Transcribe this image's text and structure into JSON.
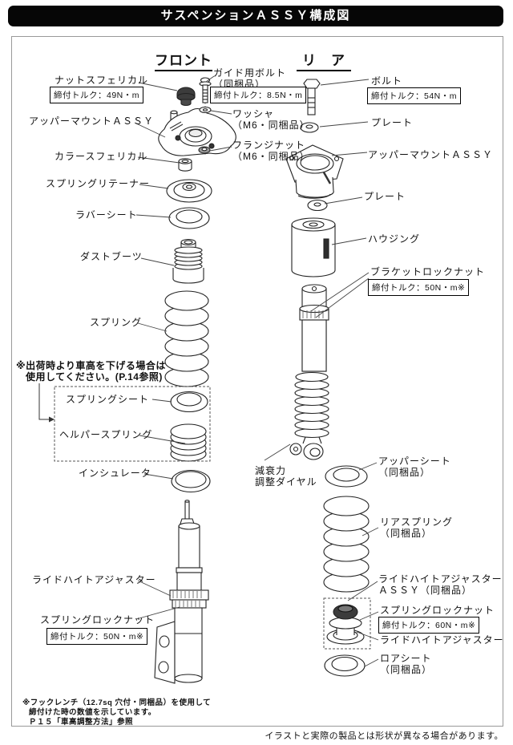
{
  "title": "サスペンションＡＳＳＹ構成図",
  "front": {
    "header": "フロント",
    "nut_spherical": {
      "label": "ナットスフェリカル",
      "torque": "締付トルク：49N・m"
    },
    "guide_bolt": {
      "label": "ガイド用ボルト",
      "sub": "（同梱品）",
      "torque": "締付トルク：8.5N・m"
    },
    "upper_mount": {
      "label": "アッパーマウントＡＳＳＹ"
    },
    "washer": {
      "label": "ワッシャ",
      "sub": "（M6・同梱品）"
    },
    "flange_nut": {
      "label": "フランジナット",
      "sub": "（M6・同梱品）"
    },
    "collar_spherical": {
      "label": "カラースフェリカル"
    },
    "spring_retainer": {
      "label": "スプリングリテーナー"
    },
    "rubber_seat": {
      "label": "ラバーシート"
    },
    "dust_boots": {
      "label": "ダストブーツ"
    },
    "spring": {
      "label": "スプリング"
    },
    "lowering_note": {
      "line1": "※出荷時より車高を下げる場合は",
      "line2": "使用してください。(P.14参照)"
    },
    "spring_seat": {
      "label": "スプリングシート"
    },
    "helper_spring": {
      "label": "ヘルパースプリング"
    },
    "insulator": {
      "label": "インシュレータ"
    },
    "ride_height_adjuster": {
      "label": "ライドハイトアジャスター"
    },
    "spring_lock_nut": {
      "label": "スプリングロックナット",
      "torque": "締付トルク：50N・m※"
    }
  },
  "rear": {
    "header": "リ　ア",
    "bolt": {
      "label": "ボルト",
      "torque": "締付トルク：54N・m"
    },
    "plate1": {
      "label": "プレート"
    },
    "upper_mount": {
      "label": "アッパーマウントＡＳＳＹ"
    },
    "plate2": {
      "label": "プレート"
    },
    "housing": {
      "label": "ハウジング"
    },
    "bracket_lock_nut": {
      "label": "ブラケットロックナット",
      "torque": "締付トルク：50N・m※"
    },
    "damping_dial": {
      "line1": "減衰力",
      "line2": "調整ダイヤル"
    },
    "upper_seat": {
      "label": "アッパーシート",
      "sub": "（同梱品）"
    },
    "rear_spring": {
      "label": "リアスプリング",
      "sub": "（同梱品）"
    },
    "rha_assy": {
      "label": "ライドハイトアジャスター",
      "sub": "ＡＳＳＹ（同梱品）"
    },
    "spring_lock_nut": {
      "label": "スプリングロックナット",
      "torque": "締付トルク：60N・m※"
    },
    "ride_height_adjuster": {
      "label": "ライドハイトアジャスター"
    },
    "lower_seat": {
      "label": "ロアシート",
      "sub": "（同梱品）"
    }
  },
  "hook_wrench_note": {
    "line1": "※フックレンチ（12.7sq 穴付・同梱品）を使用して",
    "line2": "締付けた時の数値を示しています。",
    "line3": "Ｐ１５「車高調整方法」参照"
  },
  "footer_note": "イラストと実際の製品とは形状が異なる場合があります。"
}
